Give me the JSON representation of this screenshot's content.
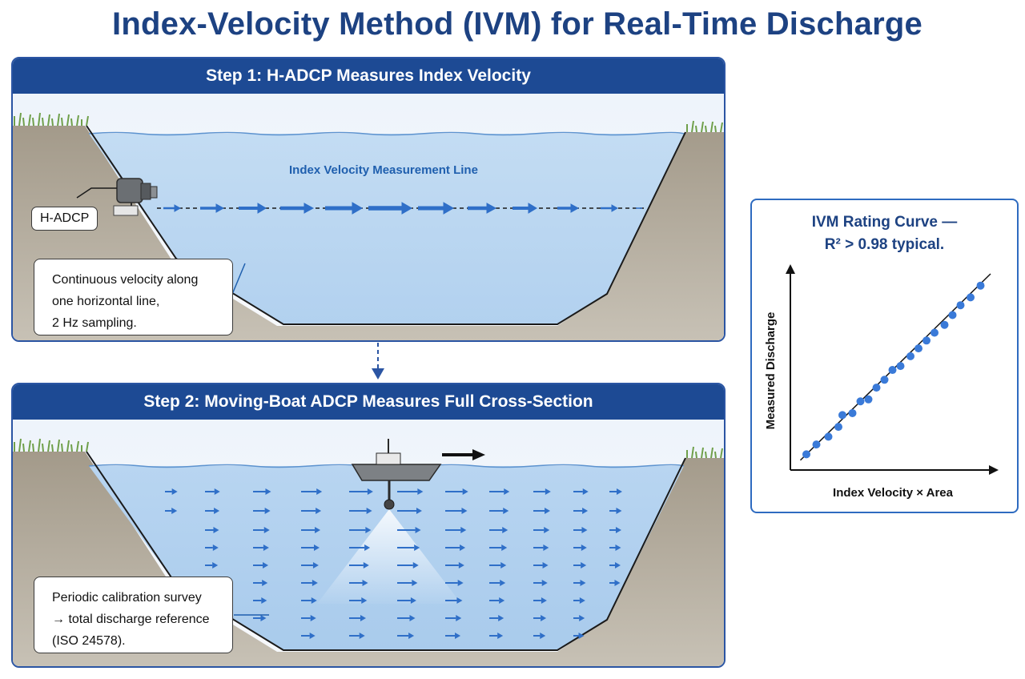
{
  "title": "Index-Velocity Method (IVM) for Real-Time Discharge",
  "step1": {
    "header": "Step 1: H-ADCP Measures Index Velocity",
    "device_label": "H-ADCP",
    "measurement_line_label": "Index Velocity Measurement Line",
    "callout_lines": [
      "Continuous velocity along",
      "one horizontal line,",
      "2 Hz sampling."
    ]
  },
  "step2": {
    "header": "Step 2: Moving-Boat ADCP Measures Full Cross-Section",
    "callout_lines": [
      "Periodic calibration survey",
      "→ total discharge reference",
      "(ISO 24578)."
    ]
  },
  "rating_curve": {
    "title_lines": [
      "IVM Rating Curve —",
      "R² > 0.98 typical."
    ]
  },
  "chart_data": {
    "type": "scatter",
    "title": "IVM Rating Curve — R² > 0.98 typical.",
    "xlabel": "Index Velocity × Area",
    "ylabel": "Measured Discharge",
    "xlim": [
      0,
      1
    ],
    "ylim": [
      0,
      1
    ],
    "points": [
      {
        "x": 0.08,
        "y": 0.08
      },
      {
        "x": 0.13,
        "y": 0.13
      },
      {
        "x": 0.19,
        "y": 0.17
      },
      {
        "x": 0.24,
        "y": 0.22
      },
      {
        "x": 0.26,
        "y": 0.28
      },
      {
        "x": 0.31,
        "y": 0.29
      },
      {
        "x": 0.35,
        "y": 0.35
      },
      {
        "x": 0.39,
        "y": 0.36
      },
      {
        "x": 0.43,
        "y": 0.42
      },
      {
        "x": 0.47,
        "y": 0.46
      },
      {
        "x": 0.51,
        "y": 0.51
      },
      {
        "x": 0.55,
        "y": 0.53
      },
      {
        "x": 0.6,
        "y": 0.58
      },
      {
        "x": 0.64,
        "y": 0.62
      },
      {
        "x": 0.68,
        "y": 0.66
      },
      {
        "x": 0.72,
        "y": 0.7
      },
      {
        "x": 0.77,
        "y": 0.74
      },
      {
        "x": 0.81,
        "y": 0.79
      },
      {
        "x": 0.85,
        "y": 0.84
      },
      {
        "x": 0.9,
        "y": 0.88
      },
      {
        "x": 0.95,
        "y": 0.94
      }
    ],
    "fit_line": [
      [
        0.05,
        0.05
      ],
      [
        1.0,
        1.0
      ]
    ],
    "grid": false,
    "colors": {
      "points": "#3a7ad8",
      "line": "#111111"
    }
  }
}
